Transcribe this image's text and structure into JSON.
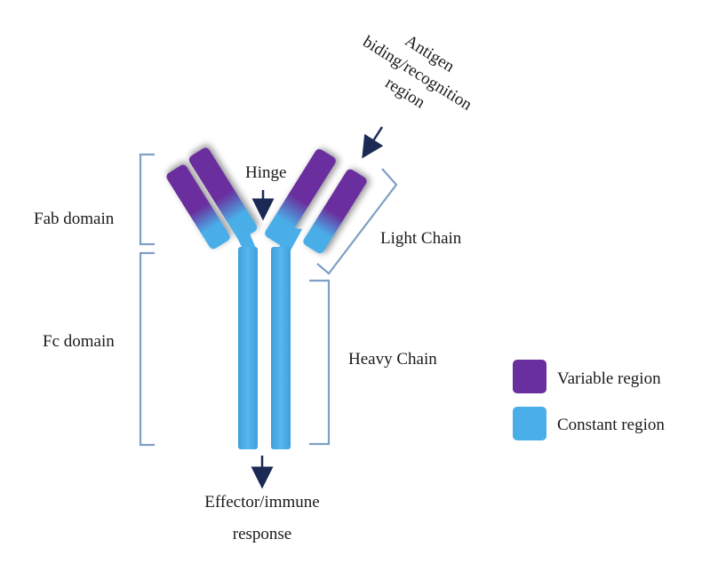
{
  "labels": {
    "antigen": [
      "Antigen",
      "biding/recognition",
      "region"
    ],
    "hinge": "Hinge",
    "fab_domain": "Fab domain",
    "fc_domain": "Fc domain",
    "light_chain": "Light Chain",
    "heavy_chain": "Heavy Chain",
    "effector": [
      "Effector/immune",
      "response"
    ]
  },
  "legend": [
    {
      "label": "Variable region",
      "color": "#6a2f9e"
    },
    {
      "label": "Constant region",
      "color": "#4aaee8"
    }
  ],
  "colors": {
    "variable": "#6a2f9e",
    "constant": "#4aaee8",
    "bracket": "#7f9fc4",
    "arrow": "#1b2a55"
  }
}
